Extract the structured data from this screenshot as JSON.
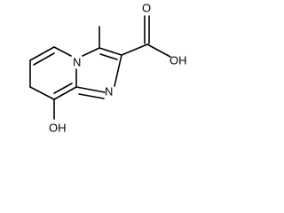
{
  "molecule": {
    "atoms": {
      "n_bridge": "N",
      "n_imine": "N",
      "carbonyl_o": "O",
      "acid_oh": "OH",
      "phenol_oh": "OH"
    }
  }
}
